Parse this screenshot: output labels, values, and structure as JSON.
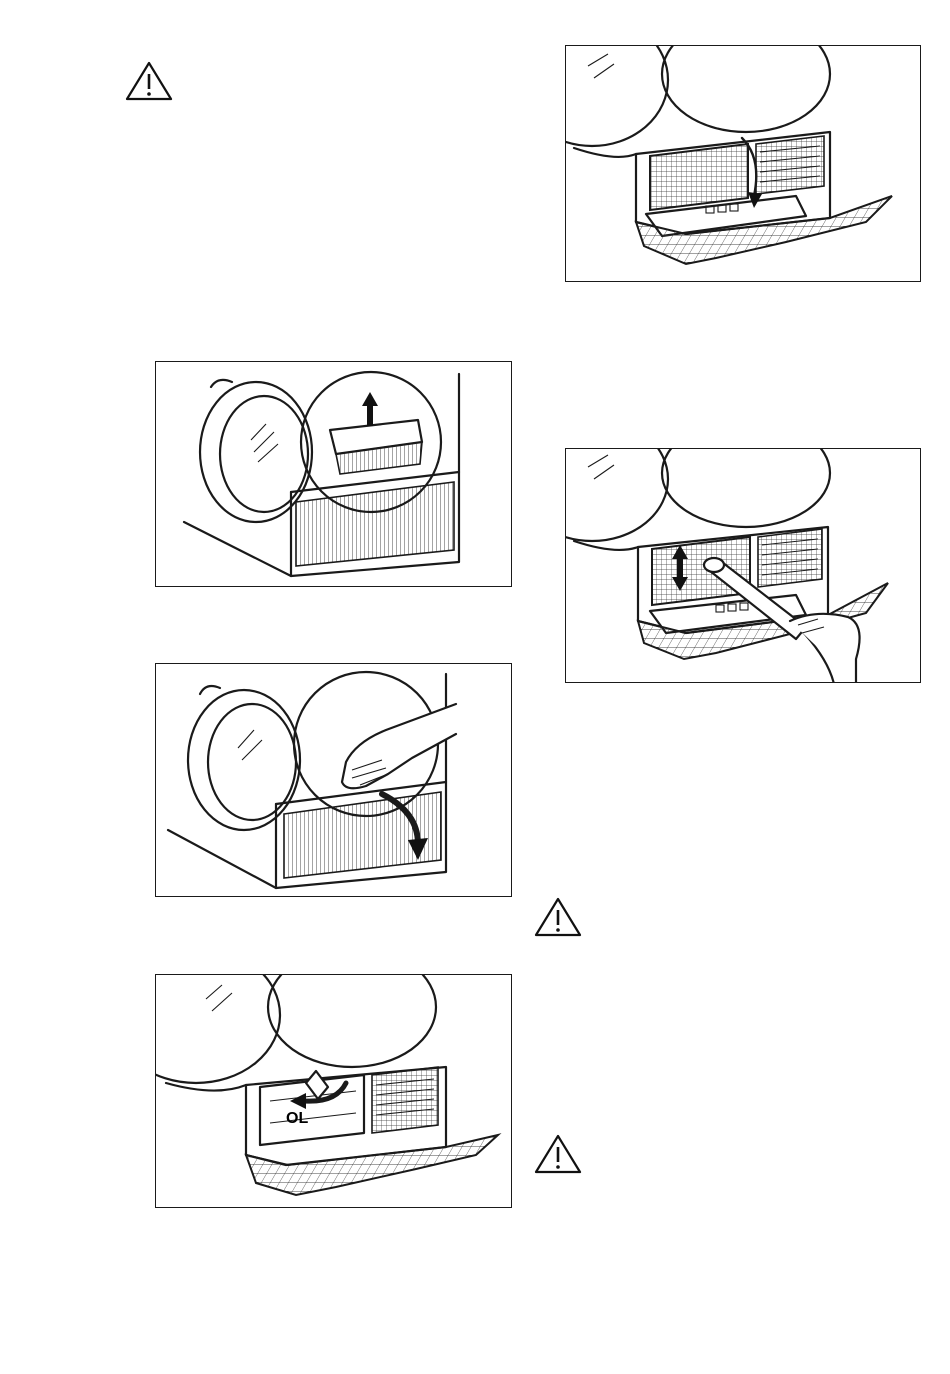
{
  "page": {
    "warning_icons": [
      "warning-triangle-icon",
      "warning-triangle-icon",
      "warning-triangle-icon"
    ],
    "figures": [
      "filter-removal-figure",
      "plinth-door-open-figure",
      "filter-knob-turn-figure",
      "filter-cover-open-figure",
      "filter-vacuum-clean-figure"
    ],
    "colors": {
      "ink": "#1a1a1a",
      "paper": "#ffffff"
    }
  }
}
